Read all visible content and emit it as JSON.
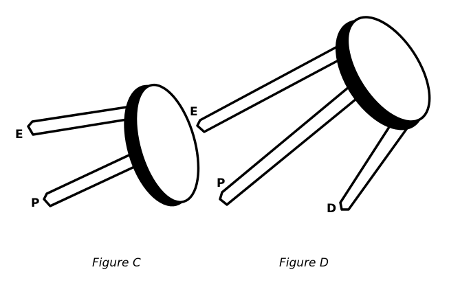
{
  "figure_c": {
    "caption": "Figure C",
    "labels": {
      "e": "E",
      "p": "P"
    }
  },
  "figure_d": {
    "caption": "Figure D",
    "labels": {
      "e": "E",
      "p": "P",
      "d": "D"
    }
  }
}
